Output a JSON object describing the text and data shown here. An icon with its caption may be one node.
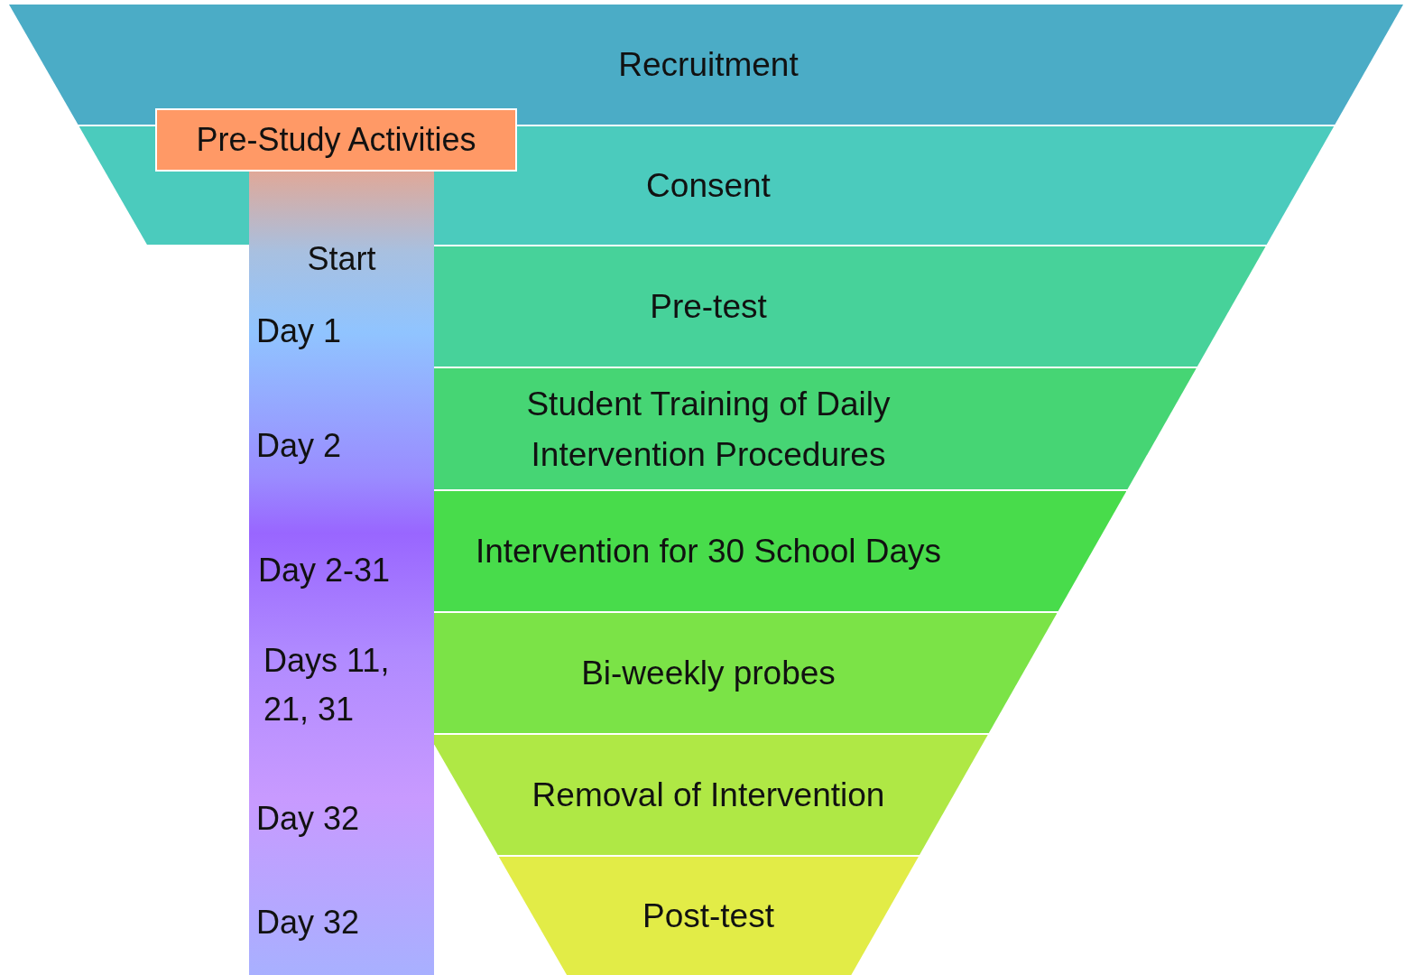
{
  "diagram": {
    "nodes": [
      {
        "text": [
          "Recruitment"
        ]
      },
      {
        "text": [
          "Consent"
        ]
      },
      {
        "text": [
          "Pre-test"
        ]
      },
      {
        "text": [
          "Student Training of Daily Intervention Procedures"
        ]
      },
      {
        "text": [
          "Intervention for 30 School Days"
        ]
      },
      {
        "text": [
          "Bi-weekly probes"
        ]
      },
      {
        "text": [
          "Removal of Intervention"
        ]
      },
      {
        "text": [
          "Post-test"
        ]
      },
      {
        "text": [
          "Pre-Study Activities"
        ]
      },
      {
        "text": [
          "Start",
          "Day 1",
          "Day 2",
          "Day 2-31",
          "Days 11, 21, 31",
          "Day 32",
          "Day 32"
        ]
      }
    ],
    "edges": []
  }
}
